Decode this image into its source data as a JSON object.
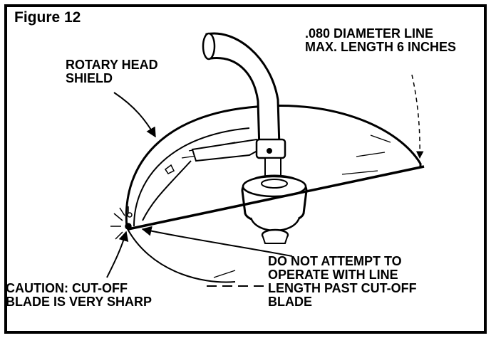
{
  "figure": {
    "title": "Figure 12"
  },
  "labels": {
    "rotary_head_shield": "ROTARY HEAD\nSHIELD",
    "line_spec": ".080 DIAMETER LINE\nMAX. LENGTH 6 INCHES",
    "caution": "CAUTION: CUT-OFF\nBLADE IS VERY SHARP",
    "warning": "DO NOT ATTEMPT TO\nOPERATE WITH LINE\nLENGTH PAST CUT-OFF\nBLADE"
  },
  "colors": {
    "ink": "#000000",
    "paper": "#ffffff"
  }
}
